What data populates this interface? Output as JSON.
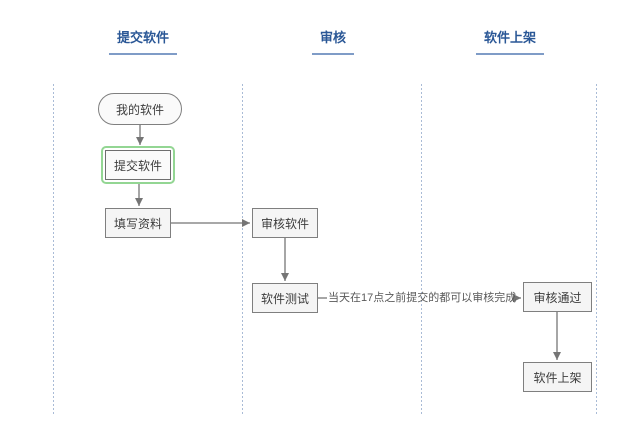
{
  "diagram": {
    "lanes": [
      {
        "label": "提交软件"
      },
      {
        "label": "审核"
      },
      {
        "label": "软件上架"
      }
    ],
    "nodes": {
      "start": {
        "label": "我的软件",
        "shape": "stadium"
      },
      "submit": {
        "label": "提交软件",
        "shape": "rect",
        "selected": true
      },
      "fill_info": {
        "label": "填写资料",
        "shape": "rect"
      },
      "review": {
        "label": "审核软件",
        "shape": "rect"
      },
      "test": {
        "label": "软件测试",
        "shape": "rect"
      },
      "approved": {
        "label": "审核通过",
        "shape": "rect"
      },
      "launch": {
        "label": "软件上架",
        "shape": "rect"
      }
    },
    "annotation": {
      "text": "当天在17点之前提交的都可以审核完成"
    },
    "colors": {
      "header_text": "#2a5796",
      "header_underline": "#7f9cc7",
      "lane_divider": "#a9bbd6",
      "node_border": "#7f7f7f",
      "node_fill": "#f5f5f5",
      "selection_highlight": "#93d693",
      "connector": "#757575",
      "annotation_text": "#595959"
    }
  }
}
